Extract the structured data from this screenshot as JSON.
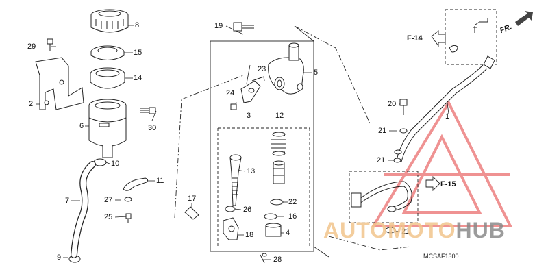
{
  "callouts": {
    "c1": "1",
    "c2": "2",
    "c3": "3",
    "c4": "4",
    "c5": "5",
    "c6": "6",
    "c7": "7",
    "c8": "8",
    "c9": "9",
    "c10": "10",
    "c11": "11",
    "c12": "12",
    "c13": "13",
    "c14": "14",
    "c15": "15",
    "c16": "16",
    "c17": "17",
    "c18": "18",
    "c19": "19",
    "c20": "20",
    "c21a": "21",
    "c21b": "21",
    "c21c": "21",
    "c22": "22",
    "c23": "23",
    "c24": "24",
    "c25": "25",
    "c26": "26",
    "c27": "27",
    "c28": "28",
    "c29": "29",
    "c30": "30"
  },
  "refs": {
    "f14": "F-14",
    "f15": "F-15"
  },
  "direction_label": "FR.",
  "diagram_code": "MCSAF1300",
  "watermark": {
    "part1": "AUTO",
    "part2": "MOTO",
    "part3": "HUB"
  },
  "colors": {
    "watermark_red": "#e23a3a",
    "watermark_orange": "#f2c58c",
    "watermark_gray": "#8a8a8a"
  }
}
